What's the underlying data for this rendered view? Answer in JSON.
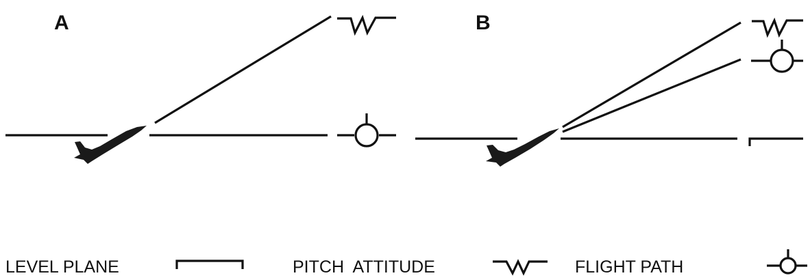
{
  "panels": [
    {
      "label": "A"
    },
    {
      "label": "B"
    }
  ],
  "legend": {
    "level_plane": "LEVEL PLANE",
    "pitch_attitude": "PITCH  ATTITUDE",
    "flight_path": "FLIGHT PATH"
  },
  "icons": {
    "level_plane": "bracket-line-icon",
    "pitch_attitude": "zigzag-w-icon",
    "flight_path": "circle-with-stem-icon"
  }
}
